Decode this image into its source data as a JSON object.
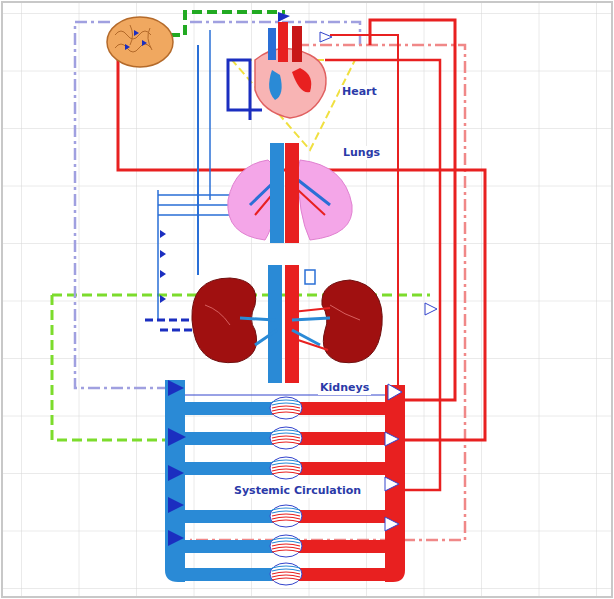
{
  "diagram": {
    "labels": [
      "Heart",
      "Lungs",
      "Kidneys",
      "Systemic Circulation"
    ]
  }
}
